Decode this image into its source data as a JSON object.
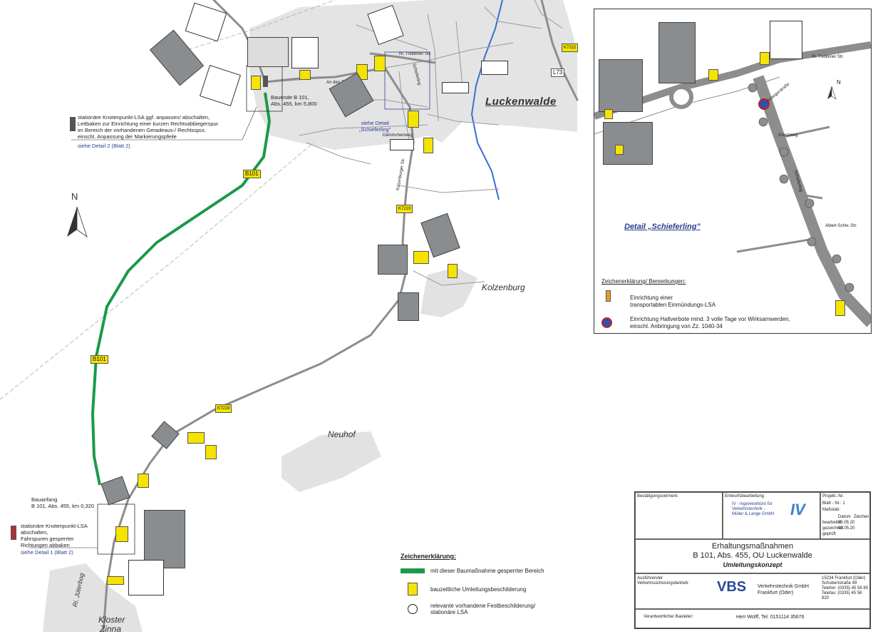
{
  "map": {
    "places": {
      "luckenwalde": "Luckenwalde",
      "kolzenburg": "Kolzenburg",
      "neuhof": "Neuhof",
      "kloster_zinna_1": "Kloster",
      "kloster_zinna_2": "Zinna",
      "ri_jueterbog": "Ri. Jüterbog"
    },
    "roads": {
      "b101_a": "B101",
      "b101_b": "B101",
      "k7219_a": "K7219",
      "k7219_b": "K7219",
      "l73": "L73",
      "k7222": "K7222",
      "dammchenweg": "Dämmchenweg",
      "kolzenburger_str": "Kolzenburger Str.",
      "an_den_ziegeleien": "An den Ziegeleien",
      "schieferling": "Schieferling",
      "ri_trebbiner_str": "Ri. Trebbiner Str."
    },
    "notes": {
      "bauende_1": "Bauende B 101,",
      "bauende_2": "Abs. 455, km 5,800",
      "lsa_top_1": "stationäre Knotenpunkt-LSA ggf. anpassen/ abschalten,",
      "lsa_top_2": "Leitbaken zur Einrichtung einer kurzen Rechtsabbiegerspur",
      "lsa_top_3": "im Bereich der vorhandenen Geradeaus-/ Rechtsspur,",
      "lsa_top_4": "einschl. Anpassung der Markierungspfeile",
      "detail2": "siehe Detail 2 (Blatt 2)",
      "detail_ref_1": "siehe Detail",
      "detail_ref_2": "„Schieferling\"",
      "bauanfang_1": "Bauanfang",
      "bauanfang_2": "B 101, Abs. 455, km 0,320",
      "lsa_bottom_1": "stationäre Knotenpunkt-LSA",
      "lsa_bottom_2": "abschalten,",
      "lsa_bottom_3": "Fahrspuren gesperrter",
      "lsa_bottom_4": "Richtungen abbaken",
      "detail1": "siehe Detail 1 (Blatt 2)",
      "north": "N"
    },
    "colors": {
      "closed": "#1a9a4a",
      "road": "#8d8d8d",
      "river": "#3b6fd1",
      "sign": "#f5e400",
      "area": "#e2e2e2"
    }
  },
  "detail": {
    "title": "Detail „Schieferling\"",
    "north": "N",
    "legend_title": "Zeichenerklärung/ Bemerkungen:",
    "legend_1a": "Einrichtung einer",
    "legend_1b": "transportablen Einmündungs-LSA",
    "legend_2a": "Einrichtung Haltverbote mind. 3 volle Tage vor Wirksamwerden,",
    "legend_2b": "einschl. Anbringung von Zz. 1040-34",
    "roads": {
      "trebbiner": "Ri. Trebbiner Str.",
      "grenzweg": "Grenzweg",
      "schieferling": "Schieferling",
      "anliegerstrasse": "Anliegerstraße",
      "albert_schw": "Albert-Schw.-Str."
    }
  },
  "legend": {
    "title": "Zeichenerklärung:",
    "item1": "mit dieser Baumaßnahme gesperrter Bereich",
    "item2": "bauzeitliche Umleitungsbeschilderung",
    "item3a": "relevante vorhandene Festbeschilderung/",
    "item3b": "stationäre LSA"
  },
  "titleblock": {
    "bestaetigung": "Bestätigungsvermerk:",
    "entwurf": "Entwurfsbearbeitung",
    "iv_1": "IV - Ingenieurbüro für",
    "iv_2": "Verkehrstechnik -",
    "iv_3": "Müller & Lange GmbH",
    "iv_logo": "IV",
    "projekt": "Projekt.-Nr.",
    "blatt": "Blatt - Nr.: 1",
    "massstab": "Maßstab:",
    "datum": "Datum",
    "zeichen": "Zeichen",
    "bearbeitet": "bearbeitet",
    "gezeichnet": "gezeichnet",
    "geprueft": "geprüft",
    "date1": "05.05.20",
    "date2": "05.05.20",
    "heading_1": "Erhaltungsmaßnahmen",
    "heading_2": "B 101, Abs. 455, OU Luckenwalde",
    "heading_3": "Umleitungskonzept",
    "ausfuehrend_1": "Ausführender",
    "ausfuehrend_2": "Verkehrssicherungsbetrieb:",
    "vbs_logo": "VBS",
    "vbs_1": "Verkehrstechnik GmbH",
    "vbs_2": "Frankfurt (Oder)",
    "vbs_addr_1": "15234 Frankfurt (Oder)",
    "vbs_addr_2": "Schubertstraße 49",
    "vbs_addr_3": "Telefon: (0335) 45 58 80",
    "vbs_addr_4": "Telefax: (0335) 45 58 820",
    "bauleiter_label": "Verantwortlicher Bauleiter:",
    "bauleiter": "Herr Wolff, Tel. 0151114 35676"
  }
}
